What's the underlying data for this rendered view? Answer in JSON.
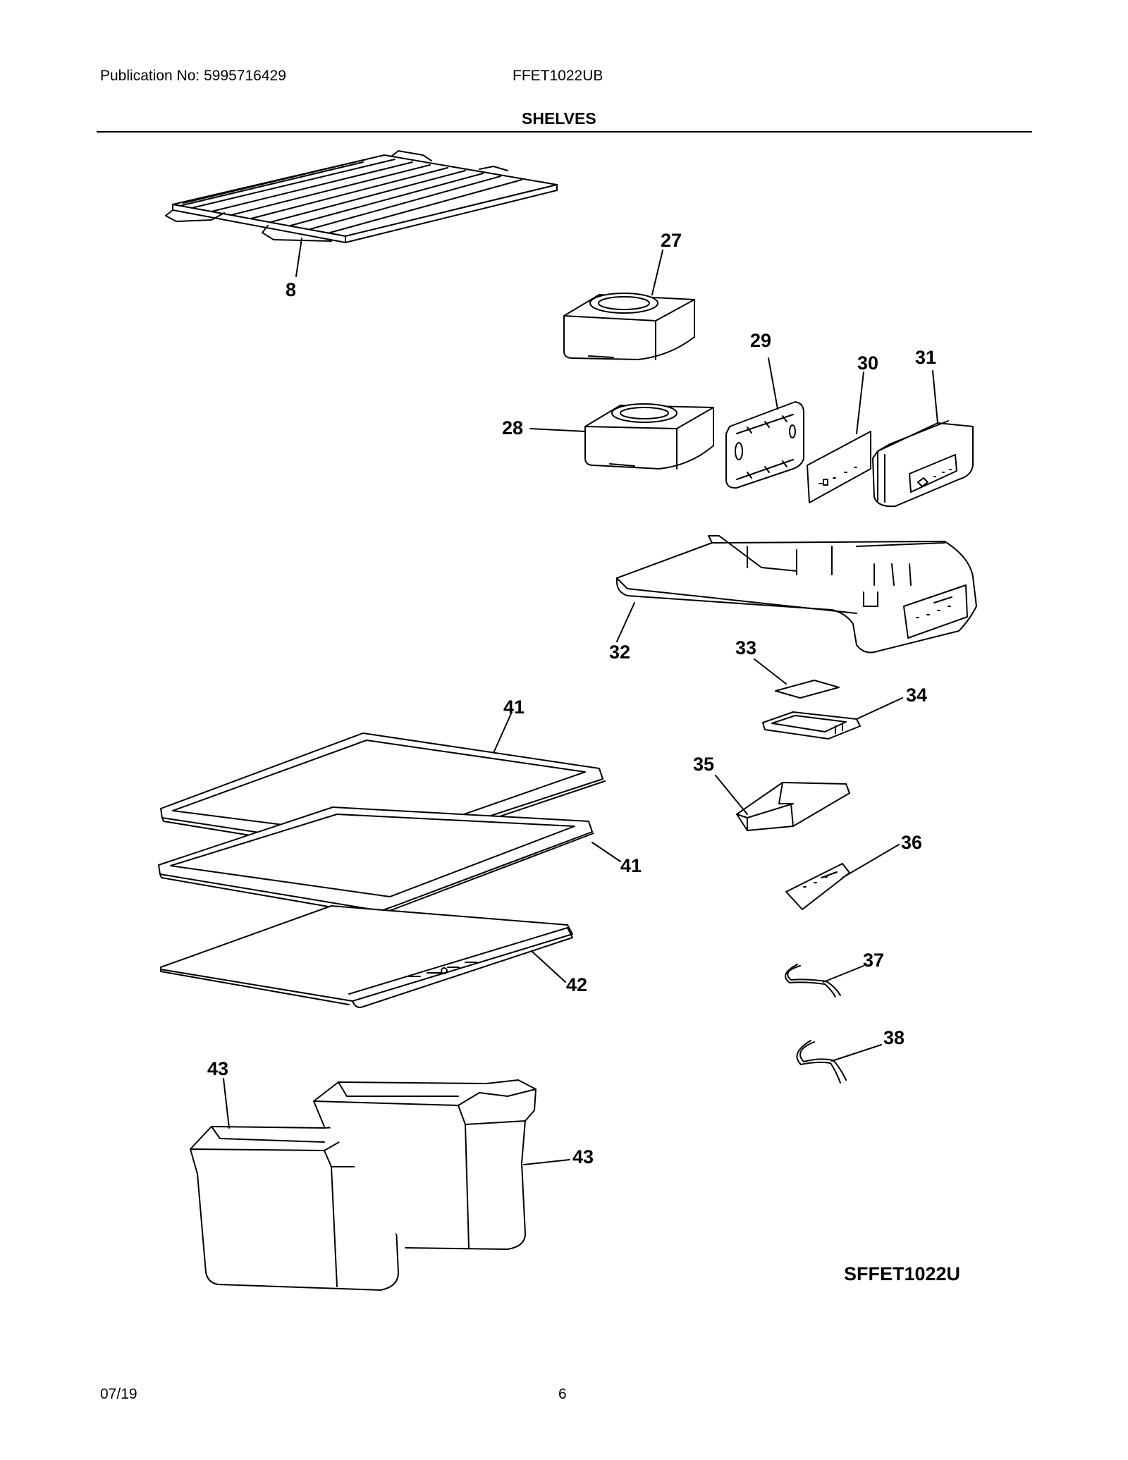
{
  "header": {
    "publication": "Publication No: 5995716429",
    "model": "FFET1022UB",
    "section_title": "SHELVES"
  },
  "parts": {
    "p8": "8",
    "p27": "27",
    "p28": "28",
    "p29": "29",
    "p30": "30",
    "p31": "31",
    "p32": "32",
    "p33": "33",
    "p34": "34",
    "p35": "35",
    "p36": "36",
    "p37": "37",
    "p38": "38",
    "p41a": "41",
    "p41b": "41",
    "p42": "42",
    "p43a": "43",
    "p43b": "43"
  },
  "diagram_code": "SFFET1022U",
  "footer": {
    "date": "07/19",
    "page": "6"
  }
}
